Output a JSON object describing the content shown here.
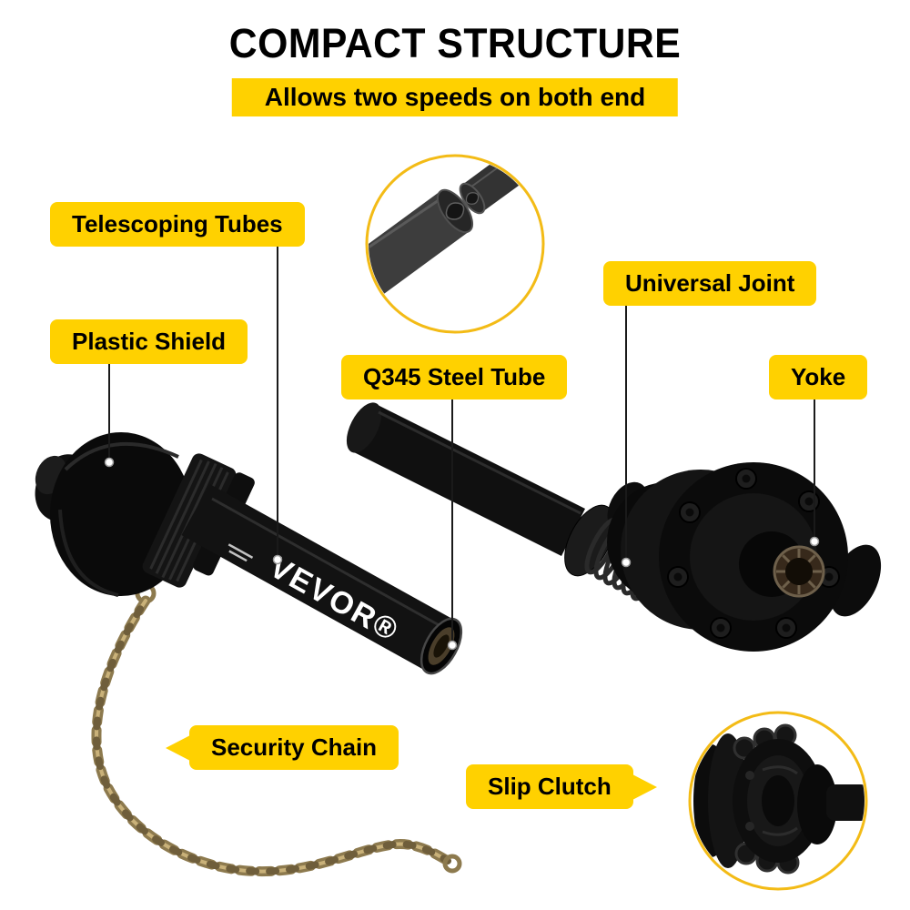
{
  "header": {
    "title": "COMPACT STRUCTURE",
    "subtitle": "Allows two speeds on both end"
  },
  "callouts": {
    "telescoping_tubes": "Telescoping Tubes",
    "plastic_shield": "Plastic Shield",
    "q345_steel_tube": "Q345 Steel Tube",
    "universal_joint": "Universal Joint",
    "yoke": "Yoke",
    "security_chain": "Security Chain",
    "slip_clutch": "Slip Clutch"
  },
  "brand": {
    "logo_text": "VEVOR®"
  },
  "colors": {
    "accent_yellow": "#FFD100",
    "inset_ring_gold": "#F3BB16",
    "chain_gold": "#8D7A4E",
    "product_black": "#0B0B0B",
    "text_black": "#000000"
  }
}
